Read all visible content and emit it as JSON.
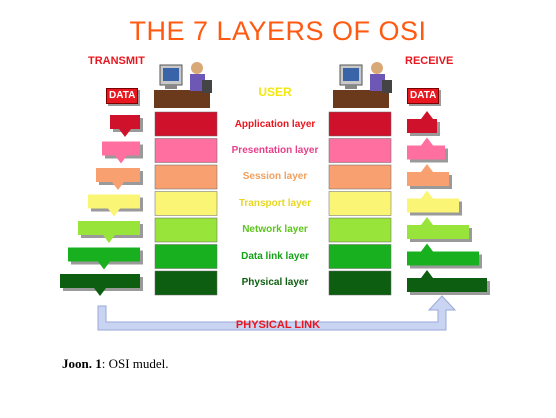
{
  "diagram": {
    "title": "THE 7 LAYERS OF OSI",
    "transmit_label": "TRANSMIT",
    "receive_label": "RECEIVE",
    "data_left": "DATA",
    "data_right": "DATA",
    "user_label": "USER",
    "physical_link_label": "PHYSICAL LINK",
    "layers": [
      {
        "name": "Application layer",
        "color": "#d0112b",
        "text_color": "#e8161e"
      },
      {
        "name": "Presentation layer",
        "color": "#ff6fa0",
        "text_color": "#e8408a"
      },
      {
        "name": "Session layer",
        "color": "#f9a070",
        "text_color": "#f0a060"
      },
      {
        "name": "Transport layer",
        "color": "#fbf575",
        "text_color": "#e8d820"
      },
      {
        "name": "Network layer",
        "color": "#98e43a",
        "text_color": "#5cc61c"
      },
      {
        "name": "Data link layer",
        "color": "#19b020",
        "text_color": "#14a018"
      },
      {
        "name": "Physical layer",
        "color": "#0d5e10",
        "text_color": "#0d5e10"
      }
    ]
  },
  "caption": {
    "label": "Joon. 1",
    "text": ": OSI mudel."
  }
}
